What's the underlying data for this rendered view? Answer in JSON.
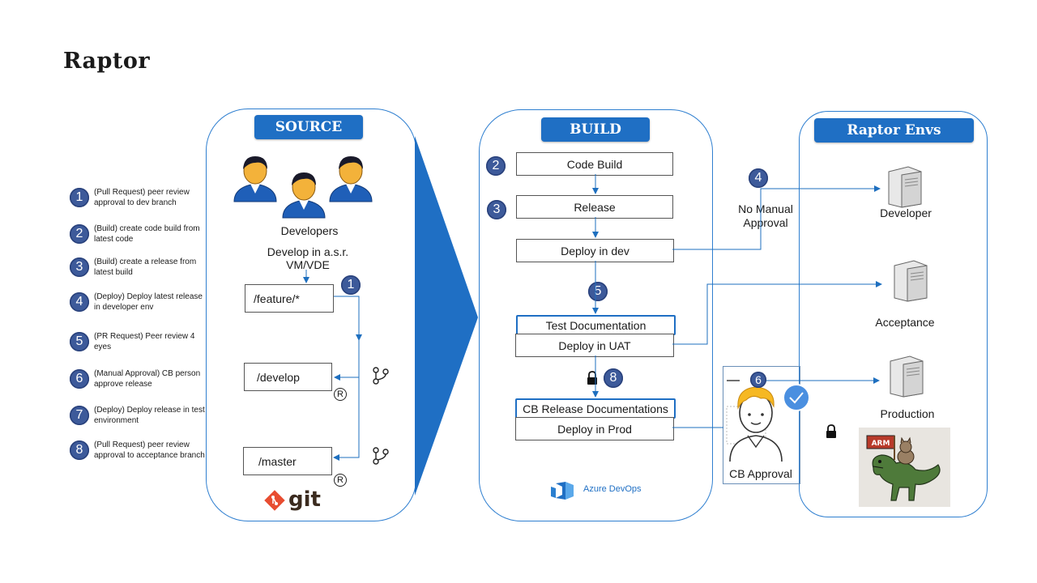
{
  "title": "Raptor",
  "sections": {
    "source": "SOURCE",
    "build": "BUILD",
    "envs": "Raptor Envs"
  },
  "legend": [
    {
      "num": "1",
      "text": "(Pull Request) peer review approval to dev branch"
    },
    {
      "num": "2",
      "text": "(Build)  create code build from latest code"
    },
    {
      "num": "3",
      "text": "(Build)  create a release from latest build"
    },
    {
      "num": "4",
      "text": "(Deploy) Deploy latest release in developer env"
    },
    {
      "num": "5",
      "text": "(PR Request) Peer review 4 eyes"
    },
    {
      "num": "6",
      "text": "(Manual Approval) CB person approve release"
    },
    {
      "num": "7",
      "text": "(Deploy) Deploy release in test environment"
    },
    {
      "num": "8",
      "text": "(Pull Request) peer review approval to acceptance branch"
    }
  ],
  "source": {
    "developers_label": "Developers",
    "develop_note": "Develop in a.s.r. VM/VDE",
    "branches": [
      "/feature/*",
      "/develop",
      "/master"
    ],
    "step_feature": "1",
    "git_logo": "git",
    "registered_mark": "R"
  },
  "build": {
    "code_build": "Code Build",
    "release": "Release",
    "deploy_dev": "Deploy in dev",
    "test_doc": "Test Documentation",
    "deploy_uat": "Deploy in UAT",
    "cb_release_doc": "CB Release Documentations",
    "deploy_prod": "Deploy in Prod",
    "step_code_build": "2",
    "step_release": "3",
    "step_test": "5",
    "step_cb": "8",
    "azure_logo": "Azure DevOps"
  },
  "flow": {
    "step_no_manual": "4",
    "no_manual_approval": "No Manual Approval",
    "step_cb_approval": "6",
    "cb_approval": "CB Approval"
  },
  "envs": {
    "developer": "Developer",
    "acceptance": "Acceptance",
    "production": "Production",
    "mascot_flag": "ARM"
  },
  "colors": {
    "accent": "#1f6fc4",
    "badge": "#3d5a9a",
    "arrow": "#1e6fbf"
  }
}
